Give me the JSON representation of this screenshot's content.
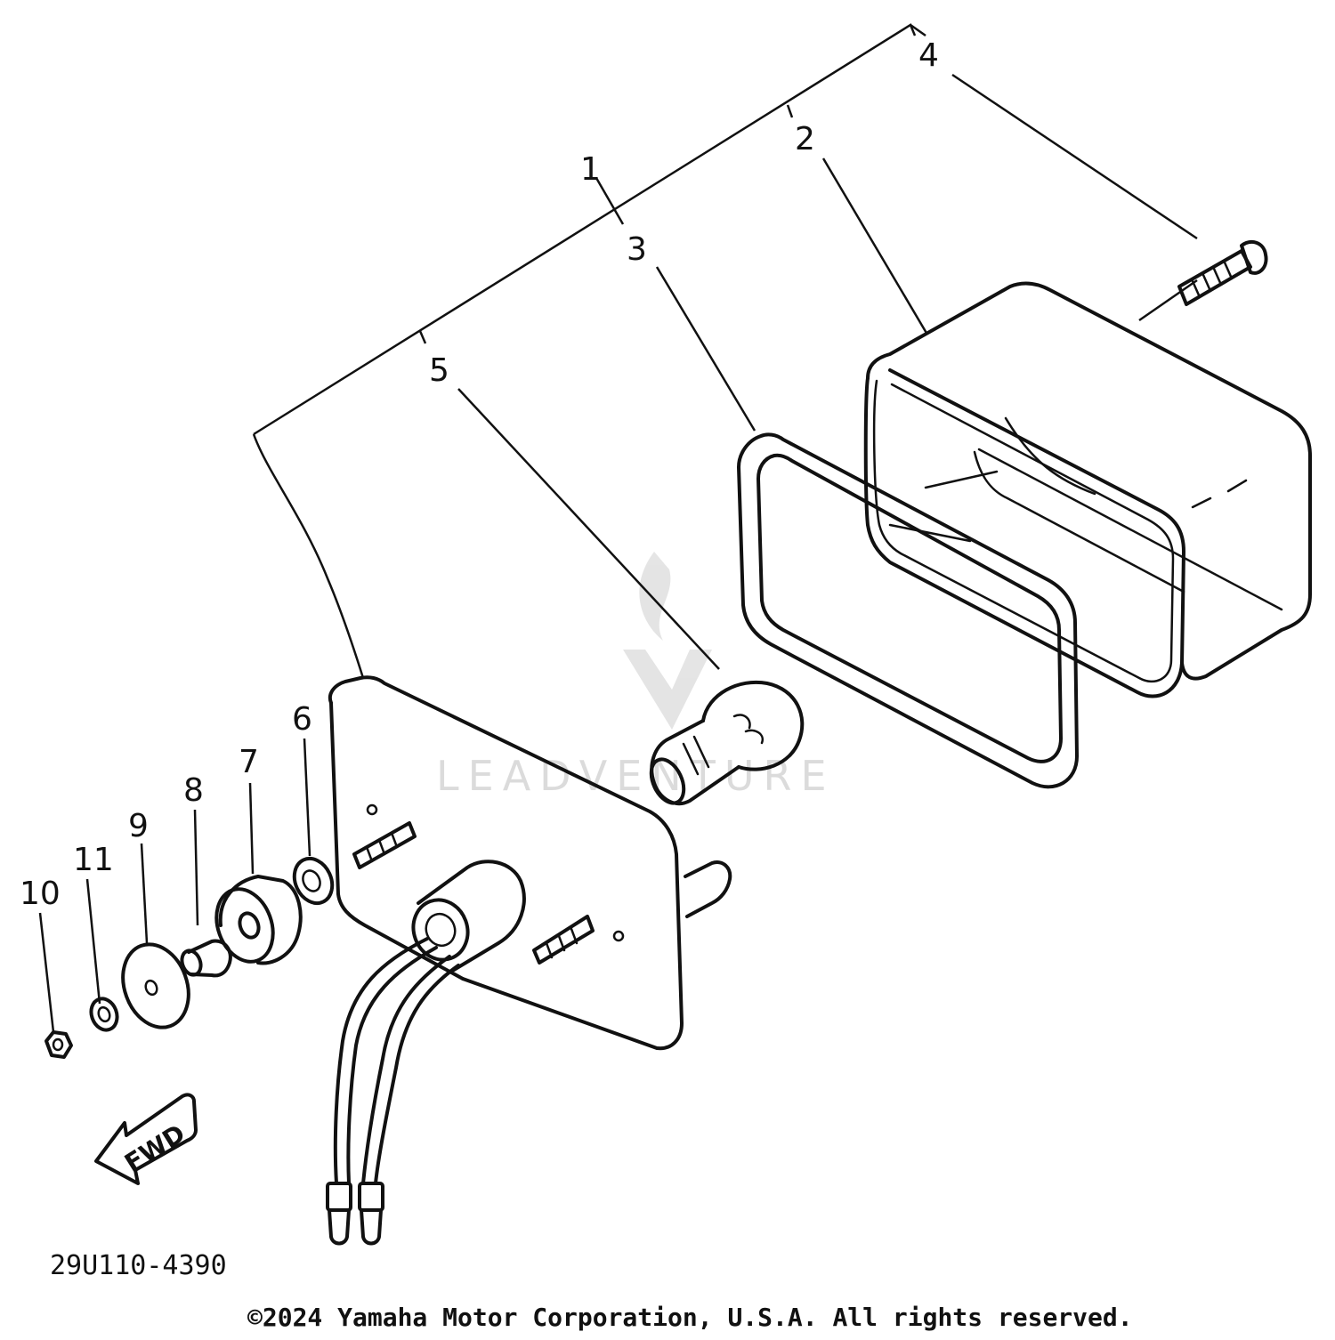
{
  "callouts": {
    "c1": "1",
    "c2": "2",
    "c3": "3",
    "c4": "4",
    "c5": "5",
    "c6": "6",
    "c7": "7",
    "c8": "8",
    "c9": "9",
    "c10": "10",
    "c11": "11"
  },
  "direction_label": "FWD",
  "diagram_code": "29U110-4390",
  "watermark_text": "LEADVENTURE",
  "copyright": "©2024 Yamaha Motor Corporation, U.S.A. All rights reserved.",
  "colors": {
    "line": "#111111",
    "background": "#ffffff",
    "watermark": "#d8d8d8"
  }
}
